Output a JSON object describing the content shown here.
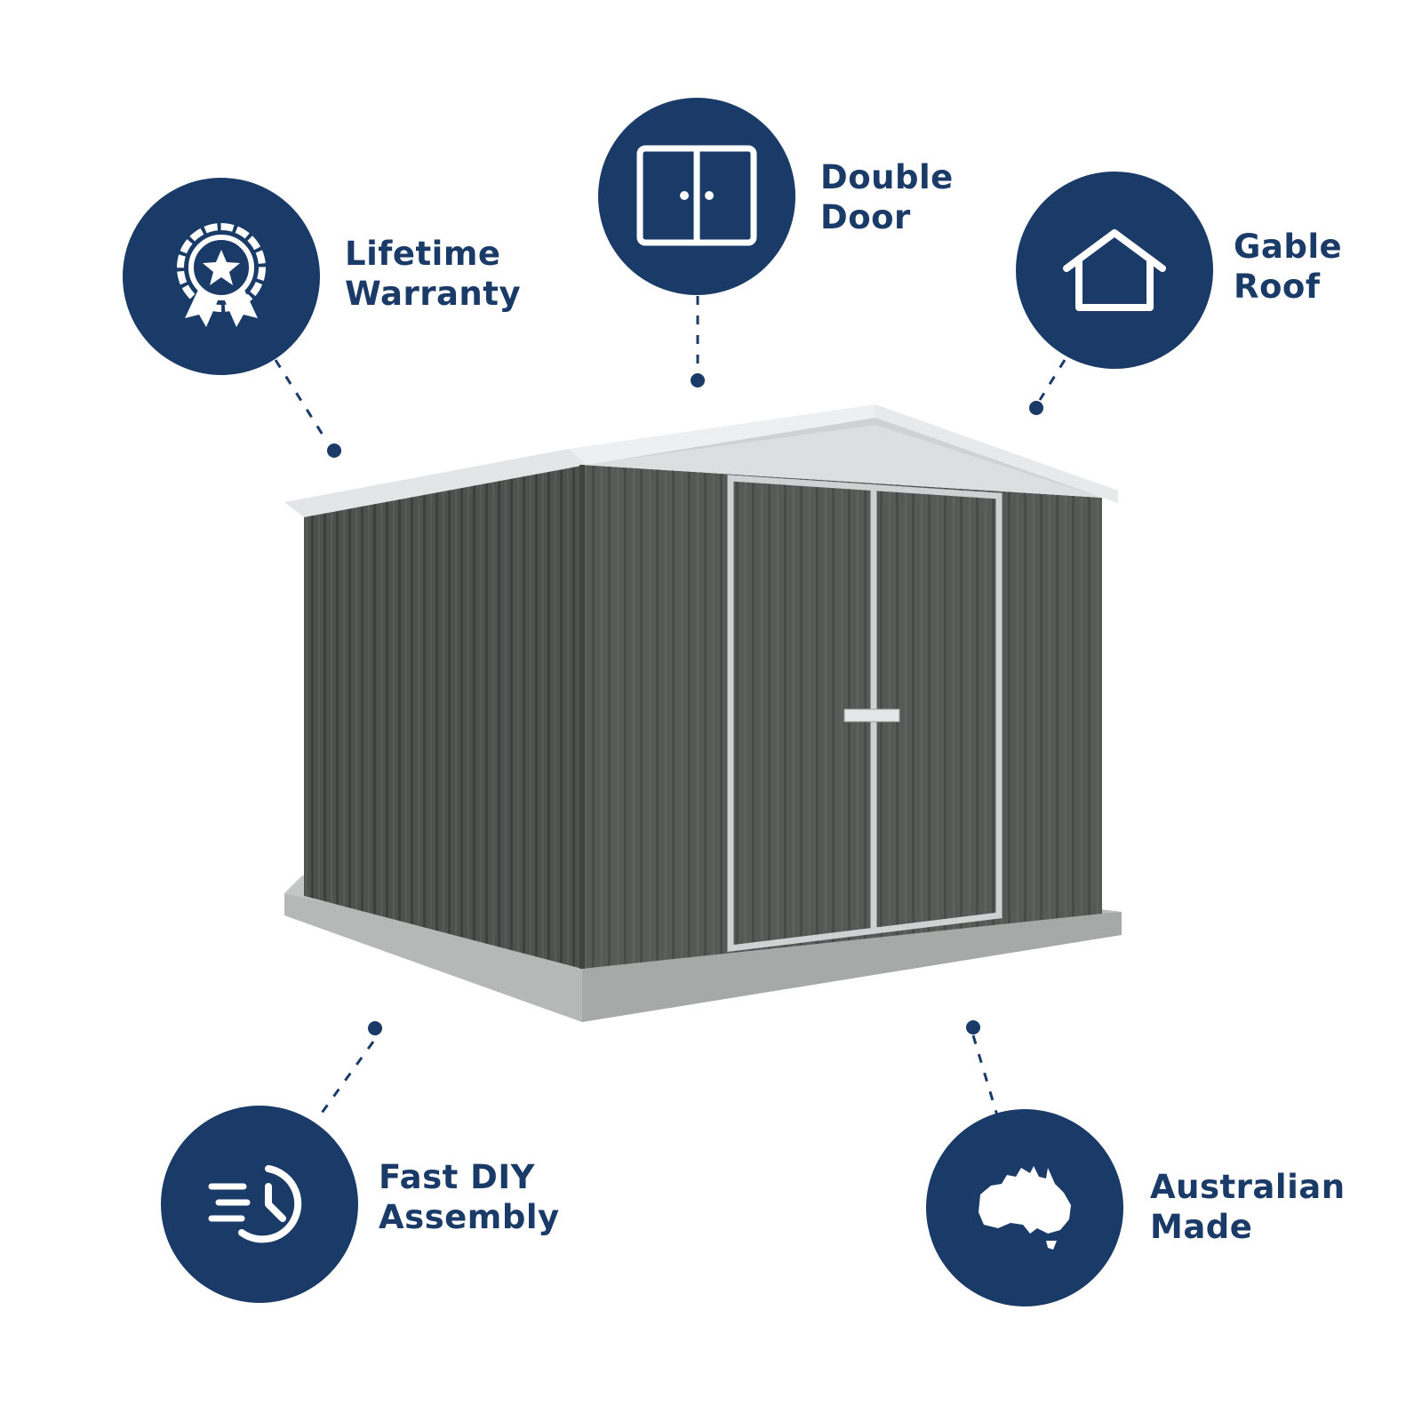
{
  "features": [
    {
      "id": "lifetime-warranty",
      "line1": "Lifetime",
      "line2": "Warranty",
      "icon": "award-ribbon-star-icon"
    },
    {
      "id": "double-door",
      "line1": "Double",
      "line2": "Door",
      "icon": "double-door-icon"
    },
    {
      "id": "gable-roof",
      "line1": "Gable",
      "line2": "Roof",
      "icon": "house-gable-icon"
    },
    {
      "id": "fast-diy-assembly",
      "line1": "Fast DIY",
      "line2": "Assembly",
      "icon": "fast-clock-icon"
    },
    {
      "id": "australian-made",
      "line1": "Australian",
      "line2": "Made",
      "icon": "australia-map-icon"
    }
  ],
  "colors": {
    "badge": "#1a3a68",
    "text": "#1a3a68",
    "shed_wall": "#4a4f4c",
    "shed_trim": "#d8dadb",
    "base": "#b9bbbb"
  },
  "product": {
    "image": "garden-shed-image"
  }
}
